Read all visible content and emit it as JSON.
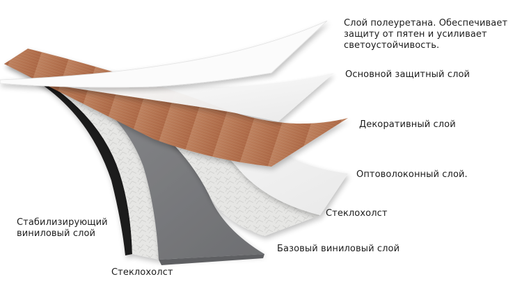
{
  "diagram": {
    "type": "layered-cross-section",
    "subject": "vinyl floor covering layers",
    "colors": {
      "background": "#ffffff",
      "wood": "#b97b5a",
      "wood_dark": "#9e5f3f",
      "white_layer": "#f7f7f7",
      "fiberglass": "#e4e4e2",
      "gray_vinyl": "#7c7d80",
      "black_vinyl": "#1e1a1a",
      "text": "#1c1c1c"
    }
  },
  "labels": {
    "polyurethane": "Слой полеуретана. Обеспечивает\nзащиту от пятен и усиливает\nсветоустойчивость.",
    "main_protective": "Основной защитный слой",
    "decorative": "Декоративный слой",
    "fiber_optic": "Оптоволоконный слой.",
    "fiberglass_top": "Стеклохолст",
    "base_vinyl": "Базовый виниловый слой",
    "stabilizing_vinyl": "Стабилизирующий\nвиниловый слой",
    "fiberglass_bottom": "Стеклохолст"
  }
}
